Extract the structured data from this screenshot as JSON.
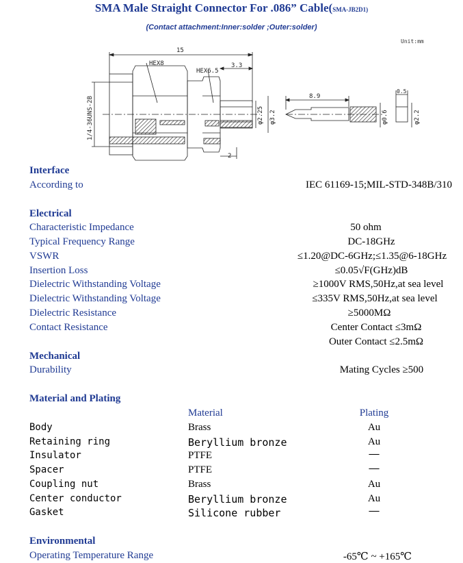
{
  "header": {
    "title": "SMA Male Straight Connector For .086” Cable(",
    "title_code": "SMA-JB2D1)",
    "subtitle": "(Contact attachment:Inner:solder ;Outer:solder)",
    "unit": "Unit:mm"
  },
  "drawing": {
    "dim_15": "15",
    "hex8": "HEX8",
    "hex65": "HEX6.5",
    "dim_33": "3.3",
    "thread": "1/4-36UNS-2B",
    "dia225": "φ2.25",
    "dia32": "φ3.2",
    "dim_2": "2",
    "dim_89": "8.9",
    "dim_05": "0.5",
    "dia06": "φ0.6",
    "dia22": "φ2.2"
  },
  "interface": {
    "heading": "Interface",
    "label": "According to",
    "value": "IEC 61169-15;MIL-STD-348B/310"
  },
  "electrical": {
    "heading": "Electrical",
    "rows": [
      {
        "label": "Characteristic Impedance",
        "value": "50 ohm"
      },
      {
        "label": "Typical Frequency Range",
        "value": "DC-18GHz"
      },
      {
        "label": "VSWR",
        "value": "≤1.20@DC-6GHz;≤1.35@6-18GHz"
      },
      {
        "label": "Insertion Loss",
        "value": "≤0.05√F(GHz)dB"
      },
      {
        "label": "Dielectric Withstanding Voltage",
        "value": "≥1000V RMS,50Hz,at sea level"
      },
      {
        "label": "Dielectric Withstanding Voltage",
        "value": "≤335V RMS,50Hz,at sea level"
      },
      {
        "label": "Dielectric Resistance",
        "value": "≥5000MΩ"
      },
      {
        "label": "Contact Resistance",
        "value": "Center Contact ≤3mΩ"
      },
      {
        "label": "",
        "value": "Outer Contact ≤2.5mΩ"
      }
    ]
  },
  "mechanical": {
    "heading": "Mechanical",
    "label": "Durability",
    "value": "Mating Cycles ≥500"
  },
  "material": {
    "heading": "Material and Plating",
    "col_material": "Material",
    "col_plating": "Plating",
    "rows": [
      {
        "part": "Body",
        "material": "Brass",
        "plating": "Au"
      },
      {
        "part": "Retaining ring",
        "material": "Beryllium bronze",
        "plating": "Au"
      },
      {
        "part": "Insulator",
        "material": "PTFE",
        "plating": "—"
      },
      {
        "part": "Spacer",
        "material": "PTFE",
        "plating": "—"
      },
      {
        "part": "Coupling nut",
        "material": "Brass",
        "plating": "Au"
      },
      {
        "part": "Center conductor",
        "material": "Beryllium bronze",
        "plating": "Au"
      },
      {
        "part": "Gasket",
        "material": "Silicone rubber",
        "plating": "—"
      }
    ]
  },
  "environmental": {
    "heading": "Environmental",
    "label": "Operating Temperature Range",
    "value": "-65℃ ~ +165℃"
  }
}
